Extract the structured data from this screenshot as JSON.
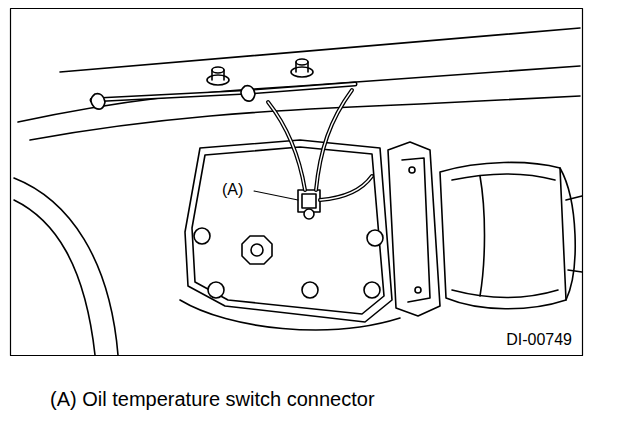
{
  "diagram": {
    "caption": "(A) Oil temperature switch connector",
    "labels": [
      "(A)",
      "DI-00749"
    ]
  }
}
